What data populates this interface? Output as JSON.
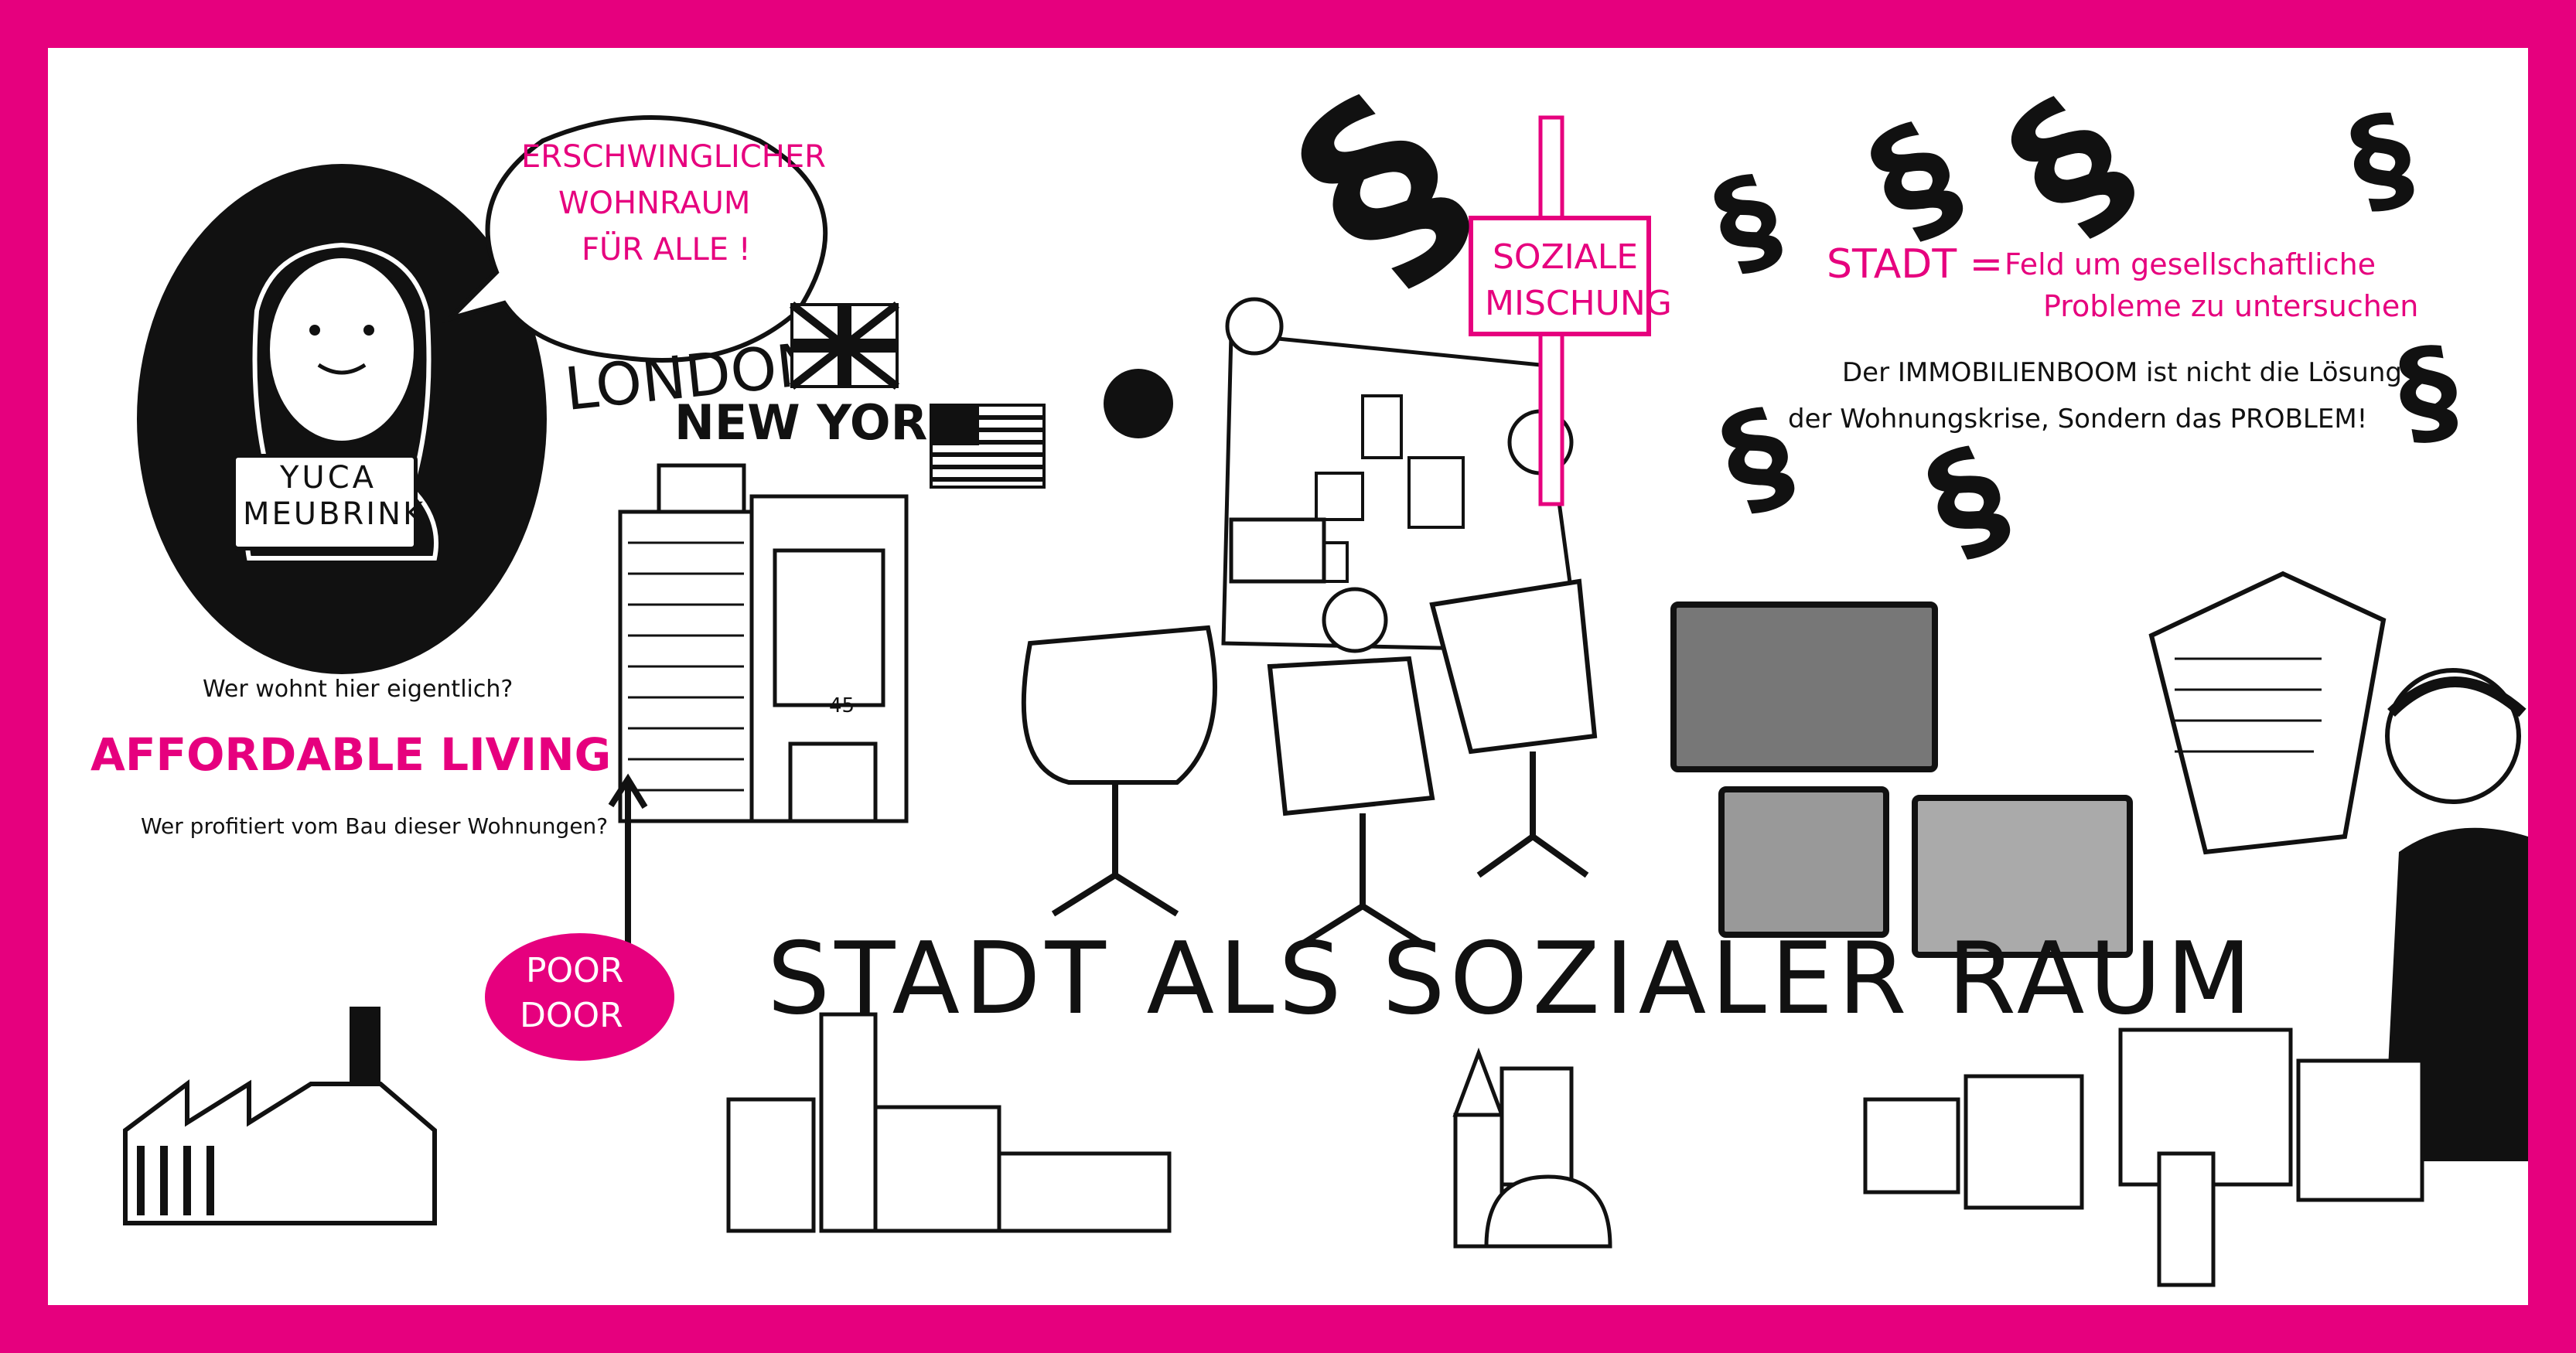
{
  "speech_bubble": {
    "line1": "ERSCHWINGLICHER",
    "line2": "WOHNRAUM",
    "line3": "FÜR ALLE !"
  },
  "portrait": {
    "name_line1": "YUCA",
    "name_line2": "MEUBRINK"
  },
  "cities": {
    "london": "LONDON",
    "new_york": "NEW YORK"
  },
  "sign": {
    "line1": "SOZIALE",
    "line2": "MISCHUNG"
  },
  "stadt_def": {
    "label": "STADT =",
    "line1": "Feld um gesellschaftliche",
    "line2": "Probleme zu untersuchen"
  },
  "boom": {
    "line1": "Der IMMOBILIENBOOM  ist nicht die Lösung",
    "line2": "der Wohnungskrise, Sondern das PROBLEM!"
  },
  "affordable": {
    "question_top": "Wer wohnt hier eigentlich?",
    "label": "AFFORDABLE LIVING",
    "question_bottom": "Wer profitiert vom Bau dieser Wohnungen?"
  },
  "poor_door": {
    "line1": "POOR",
    "line2": "DOOR"
  },
  "building_number": "45",
  "main_title": "STADT ALS SOZIALER RAUM",
  "colors": {
    "accent": "#e6007e",
    "ink": "#111111",
    "paper": "#ffffff"
  }
}
